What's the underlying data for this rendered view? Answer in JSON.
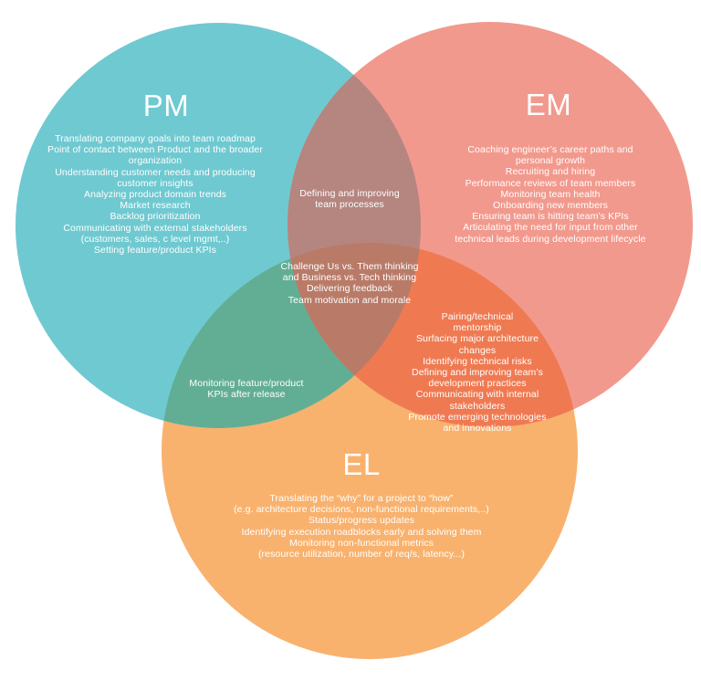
{
  "diagram": {
    "title_meaning": "Venn diagram of PM / EM / EL responsibilities",
    "background_color": "#ffffff",
    "text_color": "#ffffff",
    "circles": {
      "pm": {
        "label": "PM",
        "color": "#6FC9D1",
        "items": [
          "Translating company goals into team roadmap",
          "Point of contact between Product and the broader",
          "organization",
          "Understanding customer needs and producing",
          "customer insights",
          "Analyzing product domain trends",
          "Market research",
          "Backlog prioritization",
          "Communicating with external stakeholders",
          "(customers, sales, c level mgmt,..)",
          "Setting feature/product KPIs"
        ]
      },
      "em": {
        "label": "EM",
        "color": "#F2998D",
        "items": [
          "Coaching engineer’s career paths and",
          "personal growth",
          "Recruiting and hiring",
          "Performance reviews of team members",
          "Monitoring team health",
          "Onboarding new members",
          "Ensuring team is hitting team’s KPIs",
          "Articulating the need for input from other",
          "technical leads during development lifecycle"
        ]
      },
      "el": {
        "label": "EL",
        "color": "#F8B26E",
        "items": [
          "Translating the “why” for a project to “how”",
          "(e.g. architecture decisions, non-functional requirements,..)",
          "Status/progress updates",
          "Identifying execution roadblocks early and solving them",
          "Monitoring non-functional metrics",
          "(resource utilization, number of req/s, latency...)"
        ]
      }
    },
    "overlaps": {
      "pm_em": {
        "color": "#B58580",
        "items": [
          "Defining and improving",
          "team processes"
        ]
      },
      "pm_el": {
        "color": "#62AE94",
        "items": [
          "Monitoring feature/product",
          "KPIs after release"
        ]
      },
      "em_el": {
        "color": "#EF7A52",
        "items": [
          "Pairing/technical",
          "mentorship",
          "Surfacing major architecture",
          "changes",
          "Identifying technical risks",
          "Defining and improving team’s",
          "development practices",
          "Communicating with internal",
          "stakeholders",
          "Promote emerging technologies",
          "and innovations"
        ]
      },
      "center": {
        "color": "#B97B68",
        "items": [
          "Challenge Us vs. Them thinking",
          "and Business vs. Tech thinking",
          "Delivering feedback",
          "Team motivation and morale"
        ]
      }
    }
  }
}
